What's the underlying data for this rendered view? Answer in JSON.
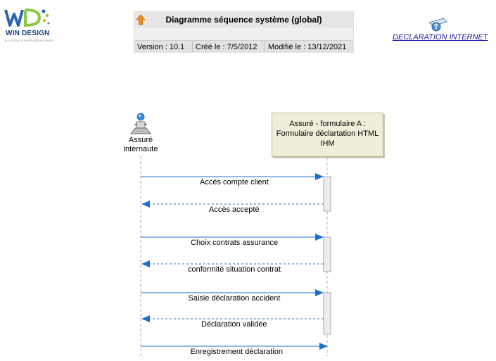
{
  "logo": {
    "brand": "WIN DESIGN",
    "tagline": "SOLUTIONS DE MODELISATION D'ENTREPRISE"
  },
  "header": {
    "title": "Diagramme séquence système (global)",
    "version": "Version : 10.1",
    "created": "Créé le : 7/5/2012",
    "modified": "Modifié le : 13/12/2021"
  },
  "link": {
    "label": "DECLARATION INTERNET",
    "icon": "globe-network-icon"
  },
  "actor": {
    "line1": "Assuré",
    "line2": "internaute",
    "icon": "user-computer-icon"
  },
  "object": {
    "line1": "Assuré - formulaire A :",
    "line2": "Formulaire déclartation HTML",
    "line3": "IHM"
  },
  "colors": {
    "message": "#1f6fd1",
    "activation": "#ececec",
    "object_fill": "#efeed8"
  },
  "messages": [
    {
      "label": "Accès compte client",
      "kind": "call"
    },
    {
      "label": "Accès accepté",
      "kind": "return"
    },
    {
      "label": "Choix contrats assurance",
      "kind": "call"
    },
    {
      "label": "conformité situation contrat",
      "kind": "return"
    },
    {
      "label": "Saisie déclaration accident",
      "kind": "call"
    },
    {
      "label": "Déclaration validée",
      "kind": "return"
    },
    {
      "label": "Enregistrement déclaration",
      "kind": "call"
    }
  ]
}
